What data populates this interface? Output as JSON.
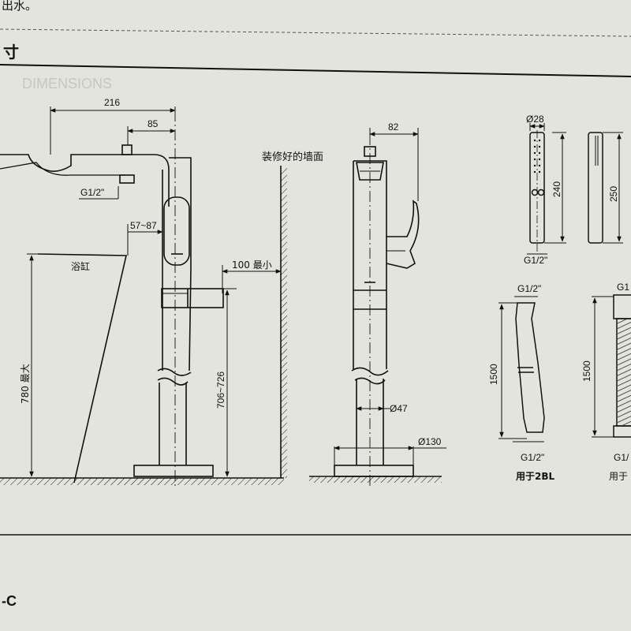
{
  "header": {
    "top_text": "出水。",
    "section_title": "寸",
    "ghost_subtitle": "DIMENSIONS"
  },
  "footer": {
    "code": "-C"
  },
  "left_view": {
    "dims": {
      "width_216": "216",
      "spout_85": "85",
      "thread": "G1/2\"",
      "range_57_87": "57~87",
      "clearance": "100 最小",
      "height_range": "706~726",
      "tub_height": "780 最大"
    },
    "tub_label": "浴缸"
  },
  "wall_label": "装修好的墙面",
  "middle_view": {
    "dims": {
      "width_82": "82",
      "dia_47": "Ø47",
      "dia_130": "Ø130"
    }
  },
  "hand_shower_1": {
    "dia": "Ø28",
    "length": "240",
    "thread": "G1/2\""
  },
  "hand_shower_2": {
    "length": "250"
  },
  "hose_1": {
    "thread_top": "G1/2\"",
    "length": "1500",
    "thread_bottom": "G1/2\"",
    "caption": "用于2BL"
  },
  "hose_2": {
    "thread_top": "G1",
    "length": "1500",
    "thread_bottom": "G1/",
    "caption": "用于"
  },
  "colors": {
    "paper": "#e4e4df",
    "ink": "#111111",
    "ghost": "#c6c6c2"
  }
}
